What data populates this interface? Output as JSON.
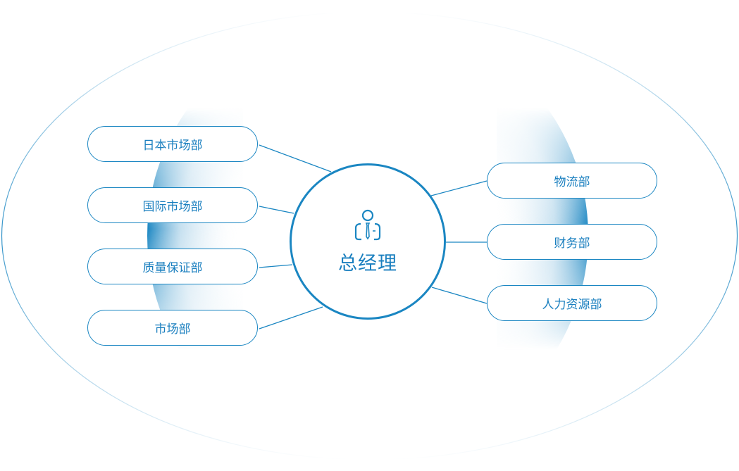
{
  "center": {
    "title": "总经理",
    "icon": "manager-person-icon"
  },
  "left_departments": [
    "日本市场部",
    "国际市场部",
    "质量保证部",
    "市场部"
  ],
  "right_departments": [
    "物流部",
    "财务部",
    "人力资源部"
  ],
  "colors": {
    "accent": "#1a86c2"
  }
}
